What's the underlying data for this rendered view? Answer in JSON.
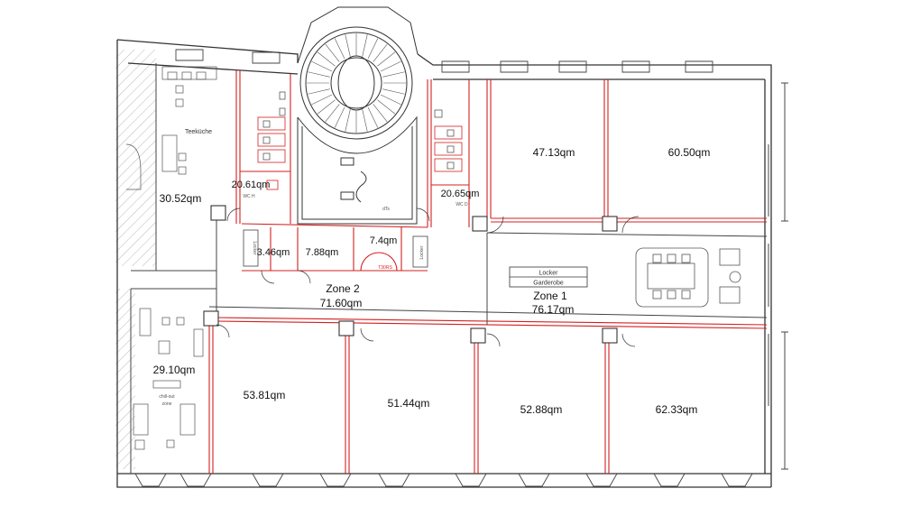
{
  "rooms": [
    {
      "id": "teekueche",
      "label": "Teeküche",
      "area": "30.52qm"
    },
    {
      "id": "wc-h",
      "label": "WC  H",
      "area": "20.61qm"
    },
    {
      "id": "wc-d",
      "label": "WC  D",
      "area": "20.65qm"
    },
    {
      "id": "locker-left",
      "label": "Locker",
      "area": "3.46qm"
    },
    {
      "id": "room-788",
      "area": "7.88qm"
    },
    {
      "id": "room-74",
      "area": "7.4qm"
    },
    {
      "id": "locker-right",
      "label": "Locker"
    },
    {
      "id": "office-4713",
      "area": "47.13qm"
    },
    {
      "id": "office-6050",
      "area": "60.50qm"
    },
    {
      "id": "office-5381",
      "area": "53.81qm"
    },
    {
      "id": "office-5144",
      "area": "51.44qm"
    },
    {
      "id": "office-5288",
      "area": "52.88qm"
    },
    {
      "id": "office-6233",
      "area": "62.33qm"
    },
    {
      "id": "chill",
      "label": "chill-out\nzone",
      "area": "29.10qm"
    }
  ],
  "zones": [
    {
      "id": "zone2",
      "name": "Zone 2",
      "area": "71.60qm"
    },
    {
      "id": "zone1",
      "name": "Zone 1",
      "area": "76.17qm"
    }
  ],
  "garderobe": {
    "top": "Locker",
    "bottom": "Garderobe"
  },
  "dts_label": "dTs",
  "tuer_label": "T30RS"
}
